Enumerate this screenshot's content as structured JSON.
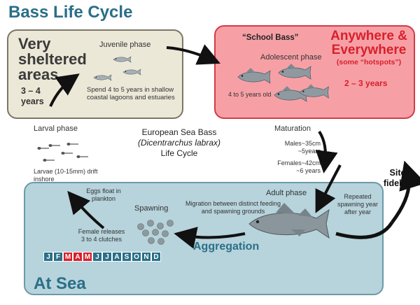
{
  "title": "Bass Life Cycle",
  "juvenile": {
    "habitat": "Very sheltered areas",
    "phase": "Juvenile phase",
    "duration": "3 – 4 years",
    "note": "Spend 4 to 5 years in shallow coastal lagoons and estuaries"
  },
  "adolescent": {
    "name": "“School Bass”",
    "phase": "Adolescent phase",
    "age": "4 to 5 years old",
    "where": "Anywhere & Everywhere",
    "hotspots": "(some “hotspots”)",
    "duration": "2 – 3 years"
  },
  "larval": {
    "phase": "Larval phase",
    "note": "Larvae (10-15mm) drift inshore"
  },
  "center": {
    "line1": "European Sea Bass",
    "line2": "(Dicentrarchus labrax)",
    "line3": "Life Cycle"
  },
  "maturation": {
    "label": "Maturation",
    "males": "Males~35cm",
    "males_age": "~5years",
    "females": "Females~42cm",
    "females_age": "~6 years"
  },
  "site_fidelity": {
    "label": "Site fidelity",
    "note": "Repeated spawning year after year"
  },
  "sea": {
    "label": "At Sea",
    "adult_phase": "Adult phase",
    "migration": "Migration between distinct feeding and spawning grounds",
    "spawning": "Spawning",
    "aggregation": "Aggregation",
    "eggs": "Eggs float in plankton",
    "female": "Female releases 3 to 4 clutches"
  },
  "months": {
    "letters": [
      "J",
      "F",
      "M",
      "A",
      "M",
      "J",
      "J",
      "A",
      "S",
      "O",
      "N",
      "D"
    ],
    "highlighted": [
      "M",
      "A",
      "M"
    ]
  },
  "colors": {
    "teal": "#2a6f87",
    "red": "#d8202b",
    "juvenile_bg": "#ebe8d7",
    "adolescent_bg": "#f6a0a6",
    "sea_bg": "#b7d3dc"
  }
}
